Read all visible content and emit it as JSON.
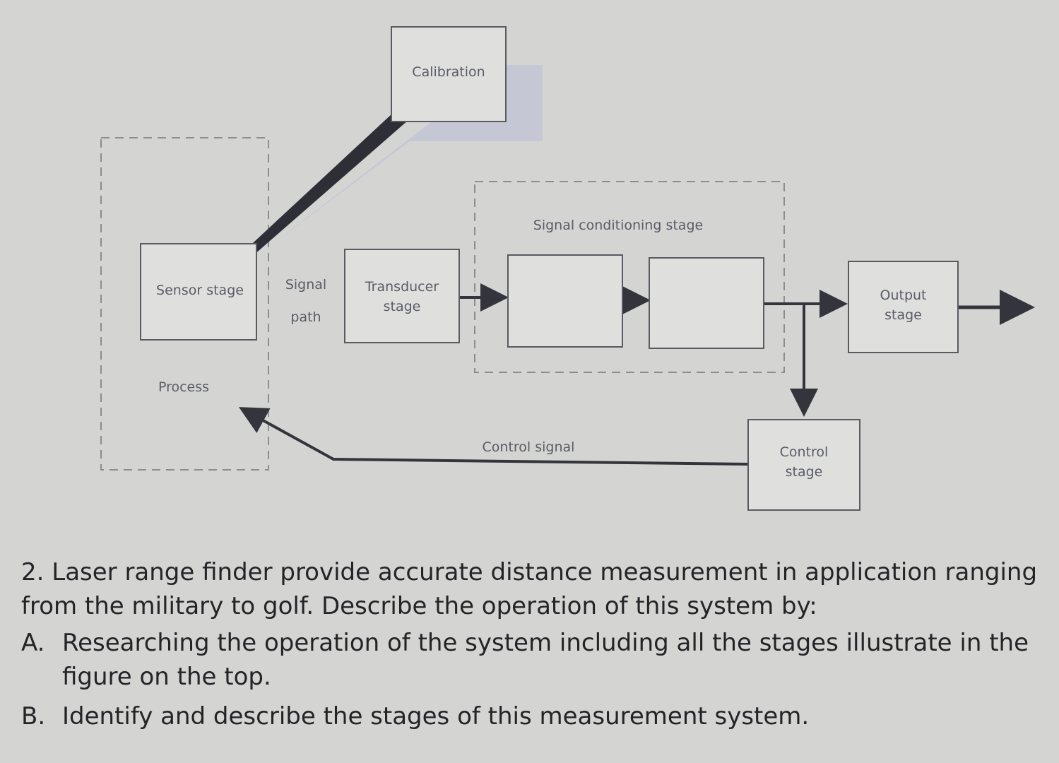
{
  "diagram": {
    "calibration": "Calibration",
    "signal_conditioning_stage": "Signal conditioning stage",
    "sensor_stage": "Sensor stage",
    "signal_path": "Signal\npath",
    "transducer_stage": "Transducer\nstage",
    "output_stage": "Output\nstage",
    "process": "Process",
    "control_signal": "Control signal",
    "control_stage": "Control\nstage"
  },
  "question": {
    "intro": "2. Laser range finder provide accurate distance measurement in application ranging from the military to golf. Describe the operation of this system by:",
    "items": [
      {
        "marker": "A.",
        "text": "Researching the operation of the system including all the stages illustrate in the figure on the top."
      },
      {
        "marker": "B.",
        "text": "Identify and describe the stages of this measurement system."
      }
    ]
  }
}
